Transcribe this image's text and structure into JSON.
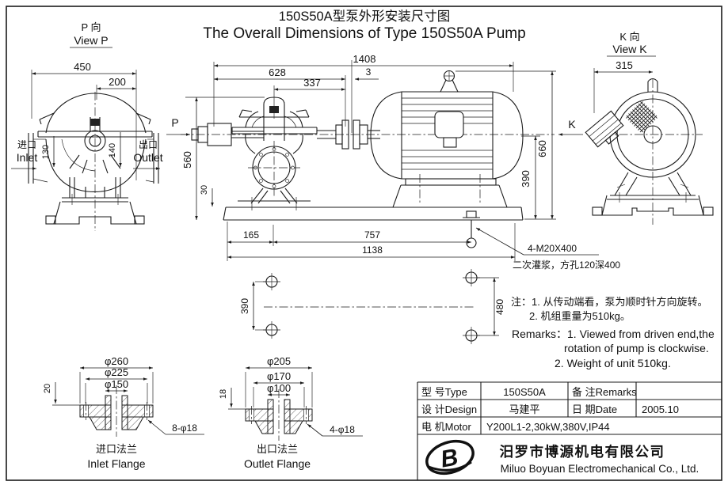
{
  "title": {
    "zh": "150S50A型泵外形安装尺寸图",
    "en": "The Overall Dimensions of Type 150S50A Pump"
  },
  "view_p": {
    "label_zh": "P 向",
    "label_en": "View P",
    "dim_width": "450",
    "dim_offset": "200",
    "dim_inlet_height": "130",
    "dim_outlet_height": "140",
    "inlet_zh": "进口",
    "inlet_en": "Inlet",
    "outlet_zh": "出口",
    "outlet_en": "Outlet"
  },
  "main_view": {
    "view_arrow_p": "P",
    "view_arrow_k": "K",
    "dim_total_length": "1408",
    "dim_pump_length": "628",
    "dim_center_to_coupling": "337",
    "dim_gap": "3",
    "dim_pump_height": "560",
    "dim_base_height": "30",
    "dim_total_height": "660",
    "dim_shaft_height": "390",
    "dim_bolt_offset": "165",
    "dim_bolt_span": "757",
    "dim_base_length": "1138",
    "anchor_bolts": "4-M20X400",
    "grout_note": "二次灌浆，方孔120深400"
  },
  "foundation_plan": {
    "dim_left_span": "390",
    "dim_right_span": "480"
  },
  "view_k": {
    "label_zh": "K 向",
    "label_en": "View K",
    "dim_width": "315"
  },
  "notes": {
    "zh_line1": "注：1. 从传动端看，泵为顺时针方向旋转。",
    "zh_line2": "2. 机组重量为510kg。",
    "en_line1": "Remarks：1. Viewed from driven end,the",
    "en_line2": "rotation of pump is  clockwise.",
    "en_line3": "2. Weight of unit 510kg."
  },
  "inlet_flange": {
    "dim_outer": "φ260",
    "dim_bolt_circle": "φ225",
    "dim_bore": "φ150",
    "dim_thickness": "20",
    "holes": "8-φ18",
    "caption_zh": "进口法兰",
    "caption_en": "Inlet Flange"
  },
  "outlet_flange": {
    "dim_outer": "φ205",
    "dim_bolt_circle": "φ170",
    "dim_bore": "φ100",
    "dim_thickness": "18",
    "holes": "4-φ18",
    "caption_zh": "出口法兰",
    "caption_en": "Outlet Flange"
  },
  "spec_table": {
    "type_label": "型 号Type",
    "type_value": "150S50A",
    "remarks_label": "备 注Remarks",
    "remarks_value": "",
    "design_label": "设 计Design",
    "design_value": "马建平",
    "date_label": "日 期Date",
    "date_value": "2005.10",
    "motor_label": "电 机Motor",
    "motor_value": "Y200L1-2,30kW,380V,IP44"
  },
  "company": {
    "logo_letter": "B",
    "name_zh": "汨罗市博源机电有限公司",
    "name_en": "Miluo Boyuan Electromechanical Co., Ltd."
  }
}
